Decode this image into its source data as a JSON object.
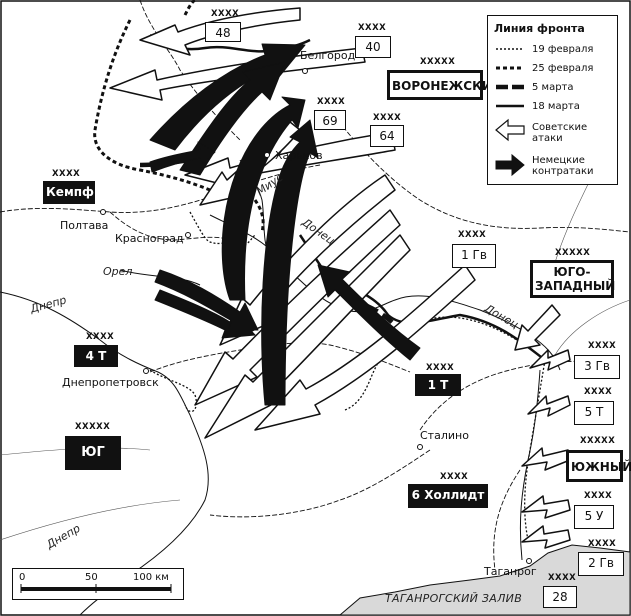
{
  "legend": {
    "title": "Линия фронта",
    "items": [
      {
        "label": "19 февраля",
        "style": "dotted-circles"
      },
      {
        "label": "25 февраля",
        "style": "dashed"
      },
      {
        "label": "5 марта",
        "style": "thick-dash"
      },
      {
        "label": "18 марта",
        "style": "solid"
      },
      {
        "label": "Советские атаки",
        "style": "white-arrow"
      },
      {
        "label": "Немецкие контратаки",
        "style": "black-arrow"
      }
    ]
  },
  "cities": {
    "belgorod": "Белгород",
    "kharkov": "Харьков",
    "poltava": "Полтава",
    "krasnograd": "Красноград",
    "dnepropetrovsk": "Днепропетровск",
    "stalino": "Сталино",
    "taganrog": "Таганрог"
  },
  "rivers": {
    "mius": "Миус",
    "donets_1": "Донец",
    "donets_2": "Донец",
    "orel": "Орел",
    "dnepr_1": "Днепр",
    "dnepr_2": "Днепр",
    "gulf": "ТАГАНРОГСКИЙ ЗАЛИВ"
  },
  "fronts": {
    "voronezh": {
      "echelon": "XXXXX",
      "name": "ВОРОНЕЖСКИЙ"
    },
    "southwest": {
      "echelon": "XXXXX",
      "name": "ЮГО-ЗАПАДНЫЙ"
    },
    "south": {
      "echelon": "XXXXX",
      "name": "ЮЖНЫЙ"
    },
    "army_group_south": {
      "echelon": "XXXXX",
      "name": "ЮГ"
    }
  },
  "armies": {
    "a48": {
      "echelon": "XXXX",
      "name": "48"
    },
    "a40": {
      "echelon": "XXXX",
      "name": "40"
    },
    "a69": {
      "echelon": "XXXX",
      "name": "69"
    },
    "a64": {
      "echelon": "XXXX",
      "name": "64"
    },
    "kempf": {
      "echelon": "XXXX",
      "name": "Кемпф"
    },
    "gv1": {
      "echelon": "XXXX",
      "name": "1 Гв"
    },
    "t4": {
      "echelon": "XXXX",
      "name": "4 Т"
    },
    "t1": {
      "echelon": "XXXX",
      "name": "1 Т"
    },
    "gv3": {
      "echelon": "XXXX",
      "name": "3 Гв"
    },
    "t5": {
      "echelon": "XXXX",
      "name": "5 Т"
    },
    "hollidt": {
      "echelon": "XXXX",
      "name": "6 Холлидт"
    },
    "u5": {
      "echelon": "XXXX",
      "name": "5 У"
    },
    "gv2": {
      "echelon": "XXXX",
      "name": "2 Гв"
    },
    "a28": {
      "echelon": "XXXX",
      "name": "28"
    }
  },
  "scale": {
    "zero": "0",
    "mid": "50",
    "end": "100 км"
  },
  "colors": {
    "ink": "#111111",
    "sea": "#d9d9d9",
    "paper": "#ffffff"
  }
}
